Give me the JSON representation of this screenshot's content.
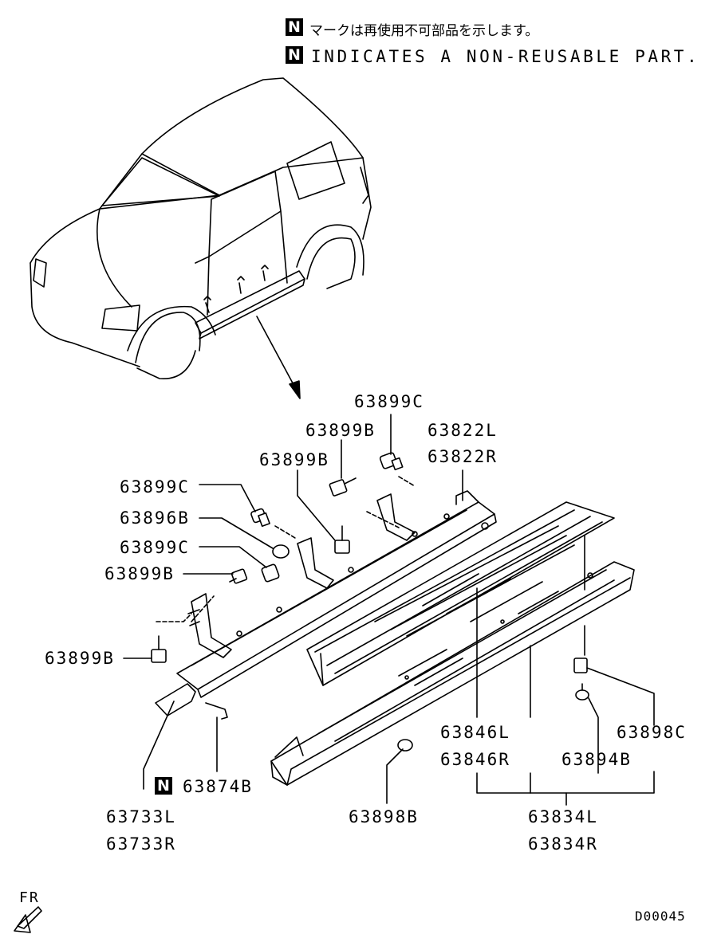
{
  "legend": {
    "badge": "N",
    "note_jp": "マークは再使用不可部品を示します。",
    "note_en": "INDICATES A NON-REUSABLE PART."
  },
  "parts": {
    "p63899C_top": "63899C",
    "p63899B_top": "63899B",
    "p63822L": "63822L",
    "p63822R": "63822R",
    "p63899B_mid": "63899B",
    "p63899C_left1": "63899C",
    "p63896B": "63896B",
    "p63899C_left2": "63899C",
    "p63899B_left": "63899B",
    "p63899B_bottom": "63899B",
    "p63846L": "63846L",
    "p63846R": "63846R",
    "p63898C": "63898C",
    "p63894B": "63894B",
    "p63874B": "63874B",
    "p63733L": "63733L",
    "p63733R": "63733R",
    "p63898B": "63898B",
    "p63834L": "63834L",
    "p63834R": "63834R"
  },
  "footer": {
    "fr": "FR",
    "code": "D00045"
  }
}
